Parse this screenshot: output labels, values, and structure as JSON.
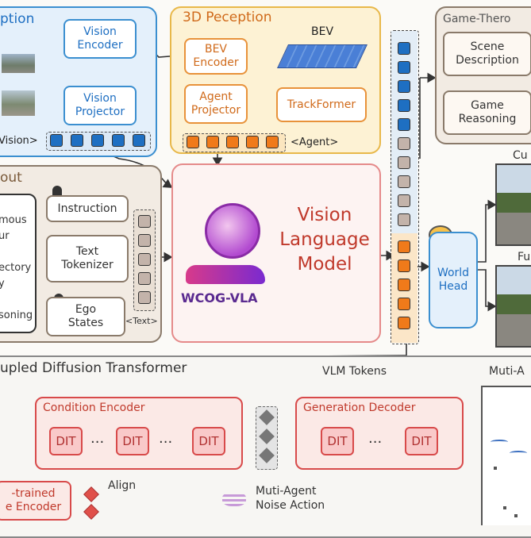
{
  "colors": {
    "blue": "#1e6fc2",
    "orange": "#f07a1a",
    "red": "#d84a4a",
    "taupe": "#c3b3aa"
  },
  "perception": {
    "title": "ption",
    "vision_encoder": "Vision\nEncoder",
    "vision_projector": "Vision\nProjector",
    "vision_token_label": "Vision>"
  },
  "peception3d": {
    "title": "3D Peception",
    "bev_label": "BEV",
    "bev_encoder": "BEV\nEncoder",
    "agent_projector": "Agent\nProjector",
    "trackformer": "TrackFormer",
    "agent_token_label": "<Agent>"
  },
  "input": {
    "title": "out",
    "list_items": [
      "mous",
      "ur",
      "ectory",
      "y",
      "soning"
    ],
    "instruction": "Instruction",
    "text_tokenizer": "Text\nTokenizer",
    "ego_states": "Ego\nStates",
    "text_token_label": "<Text>"
  },
  "vlm": {
    "title": "Vision\nLanguage\nModel",
    "logo_text": "WCOG-VLA"
  },
  "game": {
    "title": "Game-Thero",
    "scene_description": "Scene\nDescription",
    "game_reasoning": "Game\nReasoning"
  },
  "world_head": "World\nHead",
  "right_frames": {
    "current_label": "Cu",
    "future_label": "Fu"
  },
  "diffusion": {
    "title": "upled Diffusion Transformer",
    "vlm_tokens": "VLM Tokens",
    "condition_encoder": "Condition Encoder",
    "generation_decoder": "Generation Decoder",
    "dit": "DIT",
    "dots": "...",
    "pretrained": "-trained\ne Encoder",
    "align": "Align",
    "noise_action": "Muti-Agent\nNoise Action",
    "multi_agent": "Muti-A"
  }
}
